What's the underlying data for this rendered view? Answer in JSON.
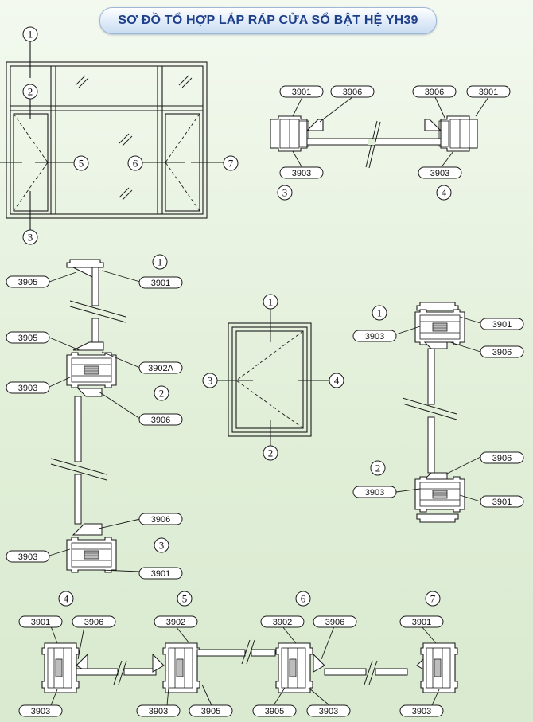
{
  "title": "SƠ ĐỒ TỔ HỢP LẮP RÁP CỬA SỔ BẬT HỆ YH39",
  "markers": {
    "m1": "1",
    "m2": "2",
    "m3": "3",
    "m4": "4",
    "m5": "5",
    "m6": "6",
    "m7": "7"
  },
  "profile_codes": {
    "c3901": "3901",
    "c3902": "3902",
    "c3902A": "3902A",
    "c3903": "3903",
    "c3905": "3905",
    "c3906": "3906"
  },
  "colors": {
    "line": "#1a1a1a",
    "background": "#e2efd9",
    "title_text": "#1e3f8a",
    "label_fill": "#ffffff"
  }
}
